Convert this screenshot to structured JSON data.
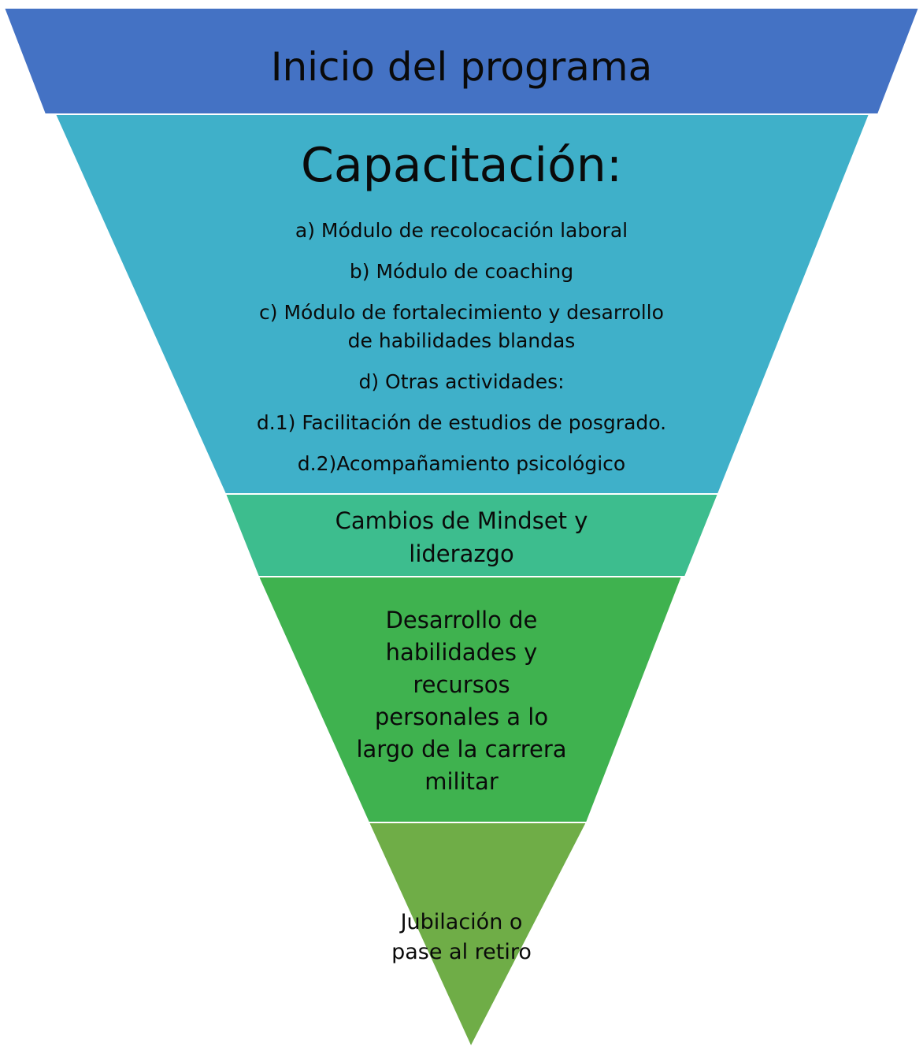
{
  "layers": [
    {
      "label": [
        "Inicio del programa"
      ],
      "color": "#4472C4"
    },
    {
      "title": "Capacitación:",
      "items": [
        [
          "a) Módulo de recolocación laboral"
        ],
        [
          "b) Módulo de coaching"
        ],
        [
          "c) Módulo de fortalecimiento y desarrollo",
          "de habilidades blandas"
        ],
        [
          "d) Otras actividades:"
        ],
        [
          "d.1) Facilitación de estudios de posgrado."
        ],
        [
          "d.2)Acompañamiento psicológico"
        ]
      ],
      "color": "#3FB0C9"
    },
    {
      "label": [
        "Cambios de Mindset y",
        "liderazgo"
      ],
      "color": "#3DBD8E"
    },
    {
      "label": [
        "Desarrollo de",
        "habilidades y",
        "recursos",
        "personales a lo",
        "largo de la carrera",
        "militar"
      ],
      "color": "#3FB24F"
    },
    {
      "label": [
        "Jubilación o",
        "pase al retiro"
      ],
      "color": "#6FAD47"
    }
  ]
}
